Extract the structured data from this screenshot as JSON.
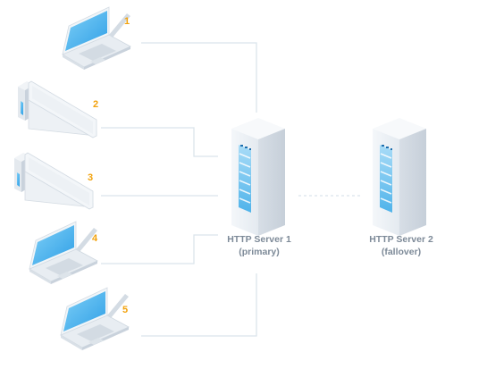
{
  "colors": {
    "connector": "#dbe4ec",
    "client_number": "#f2a20c",
    "server_label": "#7d8a98",
    "screen": "#4fb6ee"
  },
  "clients": [
    {
      "number": "1",
      "device": "laptop-icon"
    },
    {
      "number": "2",
      "device": "desktop-computer-icon"
    },
    {
      "number": "3",
      "device": "desktop-computer-icon"
    },
    {
      "number": "4",
      "device": "laptop-icon"
    },
    {
      "number": "5",
      "device": "laptop-icon"
    }
  ],
  "servers": [
    {
      "name": "HTTP Server 1",
      "role": "(primary)",
      "icon": "server-tower-icon"
    },
    {
      "name": "HTTP Server 2",
      "role": "(fallover)",
      "icon": "server-tower-icon"
    }
  ]
}
